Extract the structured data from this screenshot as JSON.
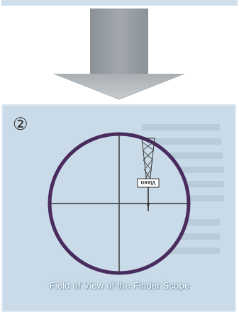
{
  "panel": {
    "number": "②",
    "caption": "Field of View of the Finder Scope"
  },
  "reticle": {
    "target_label": "Vixen",
    "circle_color": "#4a2b5e",
    "crosshair_color": "#333333"
  },
  "colors": {
    "panel_bg": "#c9dbe8",
    "arrow_gray": "#8f969b"
  }
}
